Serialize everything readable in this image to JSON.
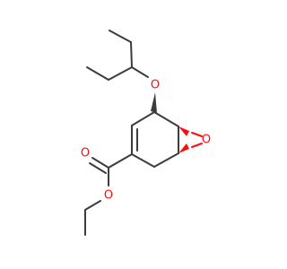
{
  "molecule": {
    "atoms": [
      {
        "label": "O",
        "color": "#ff0d0d"
      },
      {
        "label": "O",
        "color": "#ff0d0d"
      },
      {
        "label": "O",
        "color": "#ff0d0d"
      },
      {
        "label": "O",
        "color": "#ff0d0d"
      }
    ],
    "colors": {
      "bond": "#3c3c3c",
      "heteroatom": "#ff0d0d",
      "background": "#ffffff"
    }
  }
}
